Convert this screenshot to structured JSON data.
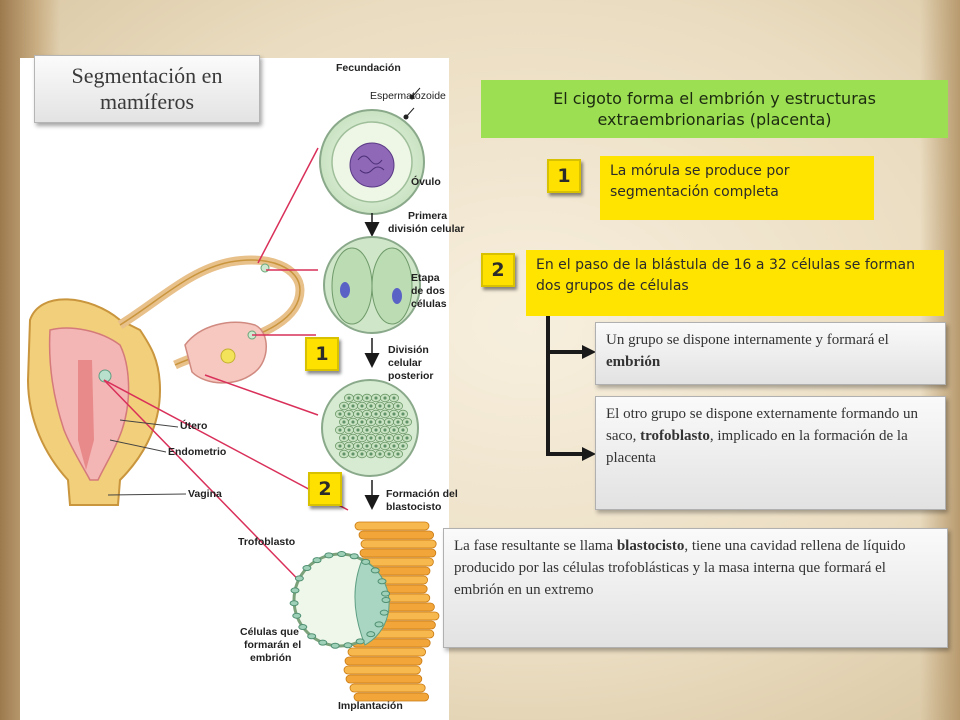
{
  "slide_title": "Segmentación en mamíferos",
  "diagram": {
    "stage_labels": {
      "fecundacion": "Fecundación",
      "espermatozoide": "Espermatozoide",
      "ovulo": "Óvulo",
      "primera_division_1": "Primera",
      "primera_division_2": "división celular",
      "etapa_1": "Etapa",
      "etapa_2": "de dos",
      "etapa_3": "células",
      "division_1": "División",
      "division_2": "celular",
      "division_3": "posterior",
      "formacion_1": "Formación del",
      "formacion_2": "blastocisto",
      "trofoblasto": "Trofoblasto",
      "celulas_1": "Células que",
      "celulas_2": "formarán el",
      "celulas_3": "embrión",
      "implantacion": "Implantación"
    },
    "anatomy_labels": {
      "utero": "Útero",
      "endometrio": "Endometrio",
      "vagina": "Vagina"
    },
    "markers": [
      "1",
      "2"
    ]
  },
  "banner": "El cigoto forma el embrión y estructuras extraembrionarias (placenta)",
  "steps": [
    {
      "number": "1",
      "text": "La mórula se produce por segmentación completa"
    },
    {
      "number": "2",
      "text": "En el paso de la blástula de 16 a 32 células se forman dos grupos de células"
    }
  ],
  "groups": {
    "internal": {
      "before": "Un grupo se dispone internamente y formará el ",
      "bold": "embrión",
      "after": ""
    },
    "external": {
      "before": "El otro grupo se dispone externamente formando un saco, ",
      "bold": "trofoblasto",
      "after": ", implicado en la formación de la placenta"
    }
  },
  "summary": {
    "before": "La fase resultante se llama ",
    "bold": "blastocisto",
    "after": ", tiene una cavidad rellena de líquido producido por las células trofoblásticas y la masa interna que formará el embrión en un extremo"
  },
  "colors": {
    "banner": "#9cdf52",
    "badge": "#ffe100",
    "yellow_box": "#ffe400",
    "connector": "#1a1a1a",
    "pointer_lines": "#d9305a"
  }
}
